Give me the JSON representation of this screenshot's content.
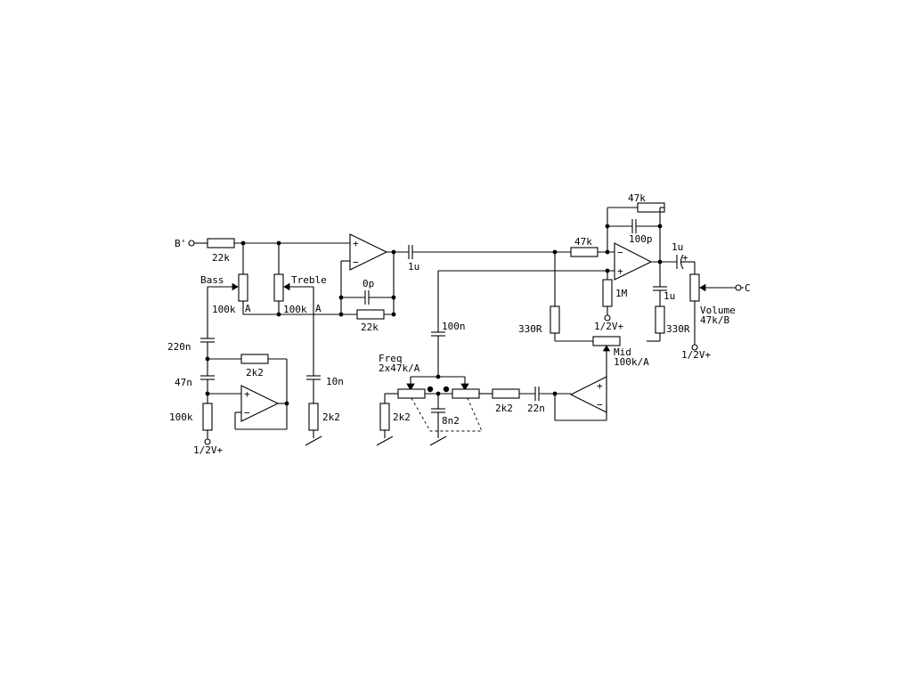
{
  "terminals": {
    "input": "B'",
    "output": "C"
  },
  "bass": {
    "label": "Bass",
    "pot": "100k",
    "taper": "A",
    "r_in": "22k",
    "c_top": "220n",
    "c_mid": "47n",
    "r_ground": "100k",
    "r_feedback": "2k2",
    "ref": "1/2V+"
  },
  "treble": {
    "label": "Treble",
    "pot": "100k",
    "taper": "A",
    "cap": "10n",
    "res": "2k2"
  },
  "stage1": {
    "c_feedback": "0p",
    "r_feedback": "22k",
    "c_out": "1u"
  },
  "freq": {
    "label": "Freq",
    "pot": "2x47k/A",
    "c_top": "100n",
    "c_mid": "8n2",
    "r_left": "2k2",
    "r_right": "2k2",
    "c_series": "22n"
  },
  "mid": {
    "label": "Mid",
    "pot": "100k/A",
    "r_left": "330R",
    "r_right": "330R"
  },
  "stage2": {
    "r_in": "47k",
    "r_feedback": "47k",
    "c_feedback": "100p",
    "r_bias": "1M",
    "bias_ref": "1/2V+",
    "c_mid": "1u",
    "c_out": "1u",
    "c_out_plus": "+"
  },
  "volume": {
    "label": "Volume",
    "pot": "47k/B",
    "ref": "1/2V+"
  },
  "opamp_signs": {
    "plus": "+",
    "minus": "−"
  }
}
